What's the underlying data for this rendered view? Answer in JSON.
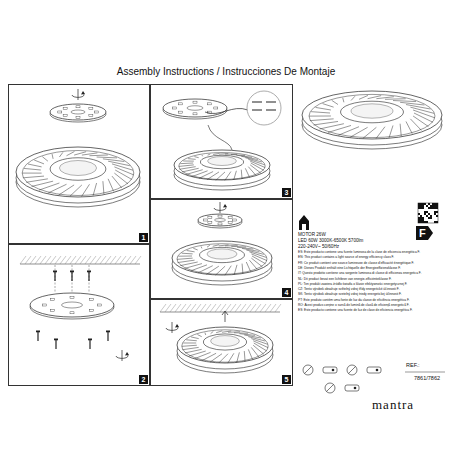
{
  "diagram": {
    "title": "Assembly Instructions / Instrucciones De Montaje",
    "nodes": [
      {
        "text": [
          "1"
        ]
      },
      {
        "text": [
          "2"
        ]
      },
      {
        "text": [
          "3"
        ]
      },
      {
        "text": [
          "4"
        ]
      },
      {
        "text": [
          "5"
        ]
      }
    ],
    "labels": [
      "MOTOR 26W",
      "LED 60W 3000K-6500K 5700lm",
      "220-240V~ 50/60Hz",
      "F",
      "ES: Este producto contiene una fuente luminosa de la clase de eficiencia energética F.",
      "EN: This product contains a light source of energy efficiency class F.",
      "FR: Ce produit contient une source lumineuse de classe d'efficacité énergétique F.",
      "DE: Dieses Produkt enthält eine Lichtquelle der Energieeffizienzklasse F.",
      "IT: Questo prodotto contiene una sorgente luminosa di classe di efficienza energetica F.",
      "NL: Dit product bevat een lichtbron van energie-efficiëntieklasse F.",
      "PL: Ten produkt zawiera źródło światła o klasie efektywności energetycznej F.",
      "CZ: Tento výrobek obsahuje světelný zdroj třídy energetické účinnosti F.",
      "SK: Tento výrobok obsahuje svetelný zdroj triedy energetickej účinnosti F.",
      "PT: Este produto contém uma fonte de luz da classe de eficiência energética F.",
      "RO: Acest produs conține o sursă de lumină de clasă de eficiență energetică F.",
      "ES: Este producto contiene una fuente de luz de clase de eficiencia energética F.",
      "REF.:",
      "7861/7862",
      "mantra"
    ]
  }
}
